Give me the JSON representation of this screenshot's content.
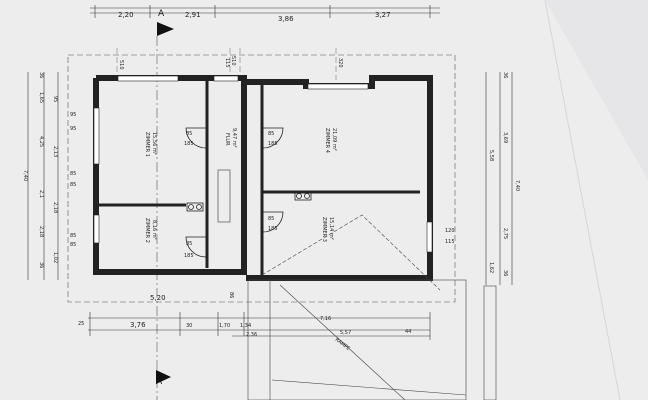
{
  "top_dims": [
    "2,20",
    "2,91",
    "3,86",
    "3,27"
  ],
  "top_marks": [
    "510",
    "115",
    "510",
    "320"
  ],
  "section_mark": "A",
  "left_dims": [
    "36",
    "1,65",
    "95",
    "4,25",
    "2,13",
    "7,40",
    "2,1",
    "2,18",
    "2,18",
    "1,02",
    "36"
  ],
  "left_inner": [
    "95",
    "95",
    "85",
    "85",
    "85",
    "85"
  ],
  "right_dims": [
    "36",
    "3,69",
    "5,58",
    "7,40",
    "2,75",
    "1,62",
    "36"
  ],
  "rooms": [
    {
      "name": "ZIMMER 1",
      "area": "15,56 m²"
    },
    {
      "name": "FLUR",
      "area": "9,47 m²"
    },
    {
      "name": "ZIMMER 4",
      "area": "21,09 m²"
    },
    {
      "name": "ZIMMER 2",
      "area": "8,16 m²"
    },
    {
      "name": "ZIMMER 3",
      "area": "15,14 m²"
    }
  ],
  "door_marks": [
    "85",
    "185",
    "85",
    "185",
    "85",
    "185",
    "85",
    "185"
  ],
  "window_marks": [
    "120",
    "115"
  ],
  "bottom_dims": [
    "5,20",
    "25",
    "3,76",
    "30",
    "1,70",
    "1,34",
    "2,36",
    "7,16",
    "5,57",
    "44",
    "86"
  ],
  "ramp_label": "RAMPE"
}
